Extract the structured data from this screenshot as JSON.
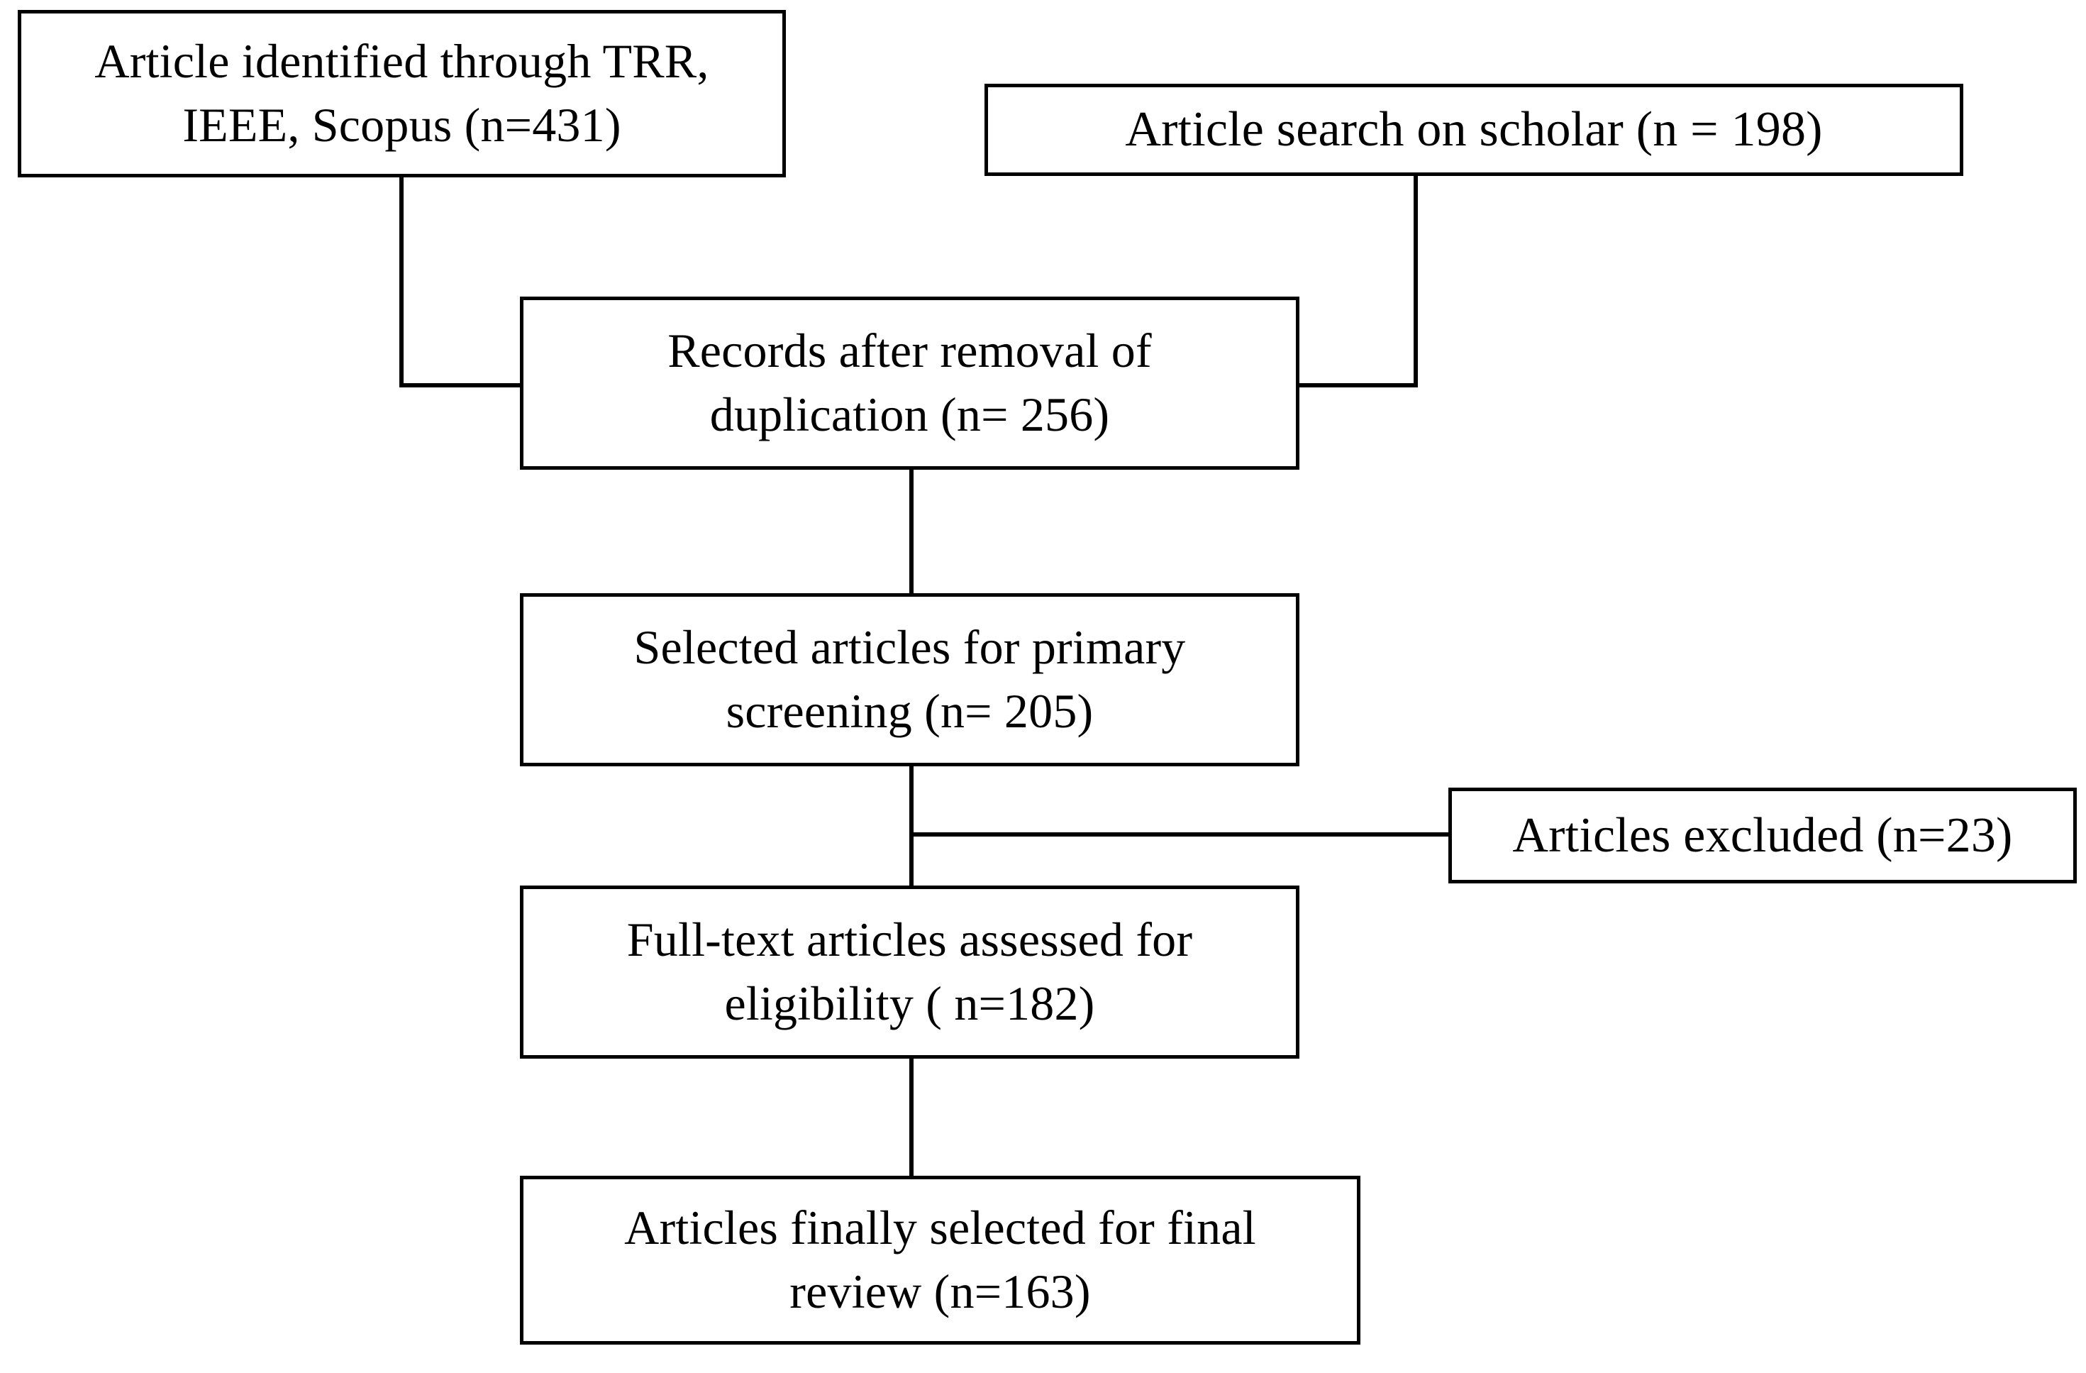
{
  "diagram": {
    "type": "flowchart",
    "title": "PRISMA article selection flow diagram",
    "orientation": "top-to-bottom",
    "colors": {
      "background": "#ffffff",
      "box_border": "#000000",
      "box_fill": "#ffffff",
      "connector": "#000000",
      "text": "#000000"
    },
    "nodes": [
      {
        "id": "identified",
        "label": "Article identified through TRR,\nIEEE, Scopus (n=431)",
        "count": 431
      },
      {
        "id": "scholar",
        "label": "Article search on scholar (n = 198)",
        "count": 198
      },
      {
        "id": "deduplicated",
        "label": "Records after removal of\nduplication (n= 256)",
        "count": 256
      },
      {
        "id": "primary-screening",
        "label": "Selected articles for primary\nscreening (n= 205)",
        "count": 205
      },
      {
        "id": "excluded",
        "label": "Articles excluded (n=23)",
        "count": 23
      },
      {
        "id": "full-text",
        "label": "Full-text articles assessed for\neligibility ( n=182)",
        "count": 182
      },
      {
        "id": "final-review",
        "label": "Articles finally selected for final\nreview (n=163)",
        "count": 163
      }
    ],
    "edges": [
      {
        "from": "identified",
        "to": "deduplicated",
        "style": "elbow-right"
      },
      {
        "from": "scholar",
        "to": "deduplicated",
        "style": "elbow-left"
      },
      {
        "from": "deduplicated",
        "to": "primary-screening",
        "style": "straight"
      },
      {
        "from": "primary-screening",
        "to": "full-text",
        "style": "straight"
      },
      {
        "from": "primary-screening",
        "to": "excluded",
        "style": "branch-right"
      },
      {
        "from": "full-text",
        "to": "final-review",
        "style": "straight"
      }
    ]
  }
}
